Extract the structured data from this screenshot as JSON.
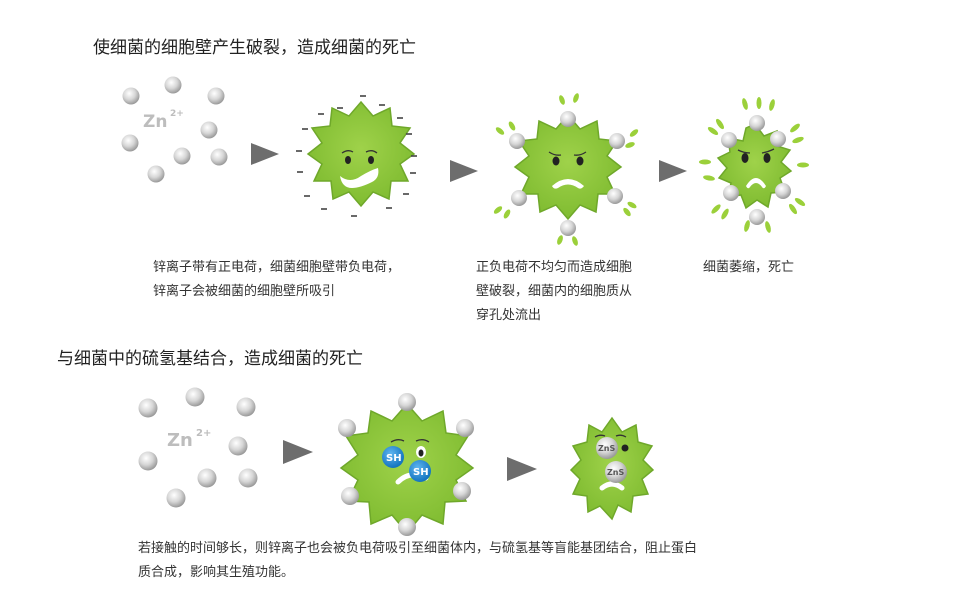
{
  "section1": {
    "title": "使细菌的细胞壁产生破裂，造成细菌的死亡",
    "zn_label": "Zn",
    "zn_charge": "2+",
    "captions": {
      "step1": "锌离子带有正电荷，细菌细胞壁带负电荷，锌离子会被细菌的细胞壁所吸引",
      "step2": "正负电荷不均匀而造成细胞壁破裂，细菌内的细胞质从穿孔处流出",
      "step3": "细菌萎缩，死亡"
    }
  },
  "section2": {
    "title": "与细菌中的硫氢基结合，造成细菌的死亡",
    "zn_label": "Zn",
    "zn_charge": "2+",
    "sh_label": "SH",
    "zns_label": "ZnS",
    "caption": "若接触的时间够长，则锌离子也会被负电荷吸引至细菌体内，与硫氢基等盲能基团结合，阻止蛋白质合成，影响其生殖功能。"
  },
  "colors": {
    "bacteria_green": "#8cc63f",
    "bacteria_edge": "#6fa82a",
    "ion_gray": "#c8c8c8",
    "arrow_gray": "#6d6d6d",
    "sh_blue": "#1e88d2"
  }
}
